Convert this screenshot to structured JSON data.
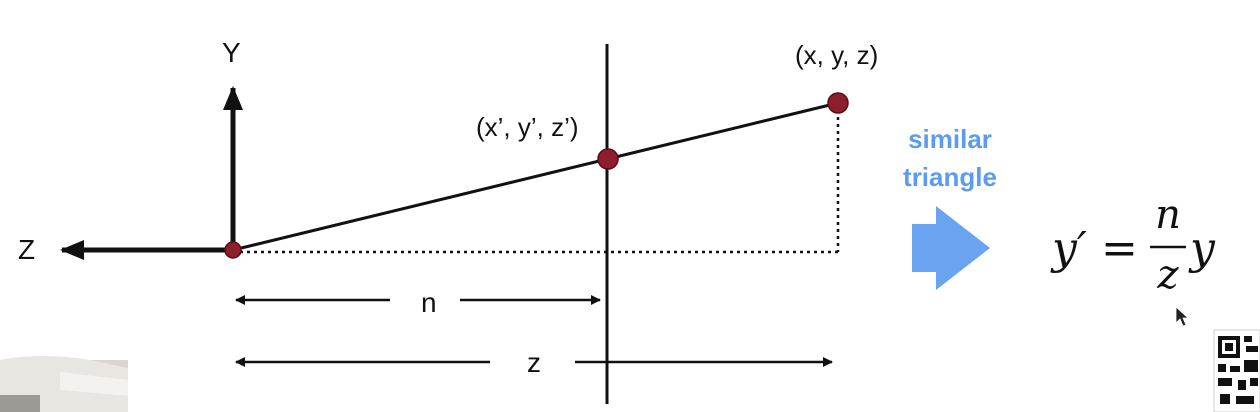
{
  "diagram": {
    "axes": {
      "y_label": "Y",
      "z_label": "Z"
    },
    "points": {
      "original": "(x, y, z)",
      "projected": "(x’, y’, z’)"
    },
    "distances": {
      "n_label": "n",
      "z_label": "z"
    },
    "annotation": {
      "line1": "similar",
      "line2": "triangle",
      "color": "#5b9cf0"
    },
    "formula": {
      "lhs": "y′",
      "eq": "=",
      "numerator": "n",
      "denominator": "z",
      "rhs": "y"
    },
    "point_color": "#8c1f2b"
  }
}
